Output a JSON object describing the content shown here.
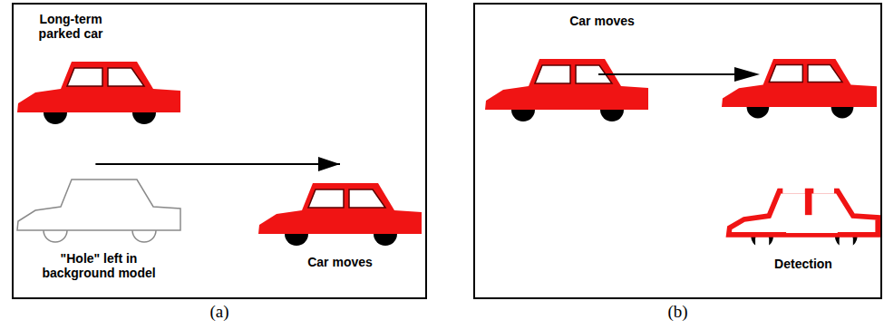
{
  "diagram": {
    "nodes": [
      {
        "text": [
          "(a)"
        ]
      },
      {
        "text": [
          "Long-term parked car"
        ],
        "in": 0
      },
      {
        "text": [
          "\"Hole\" left in background model"
        ],
        "in": 0
      },
      {
        "text": [
          "Car moves"
        ],
        "in": 0
      },
      {
        "text": [
          "(b)"
        ]
      },
      {
        "text": [
          "Detection"
        ],
        "in": 4
      }
    ],
    "edges": [
      {
        "from": 2,
        "to": 3,
        "arrow": "to"
      }
    ],
    "labels": [
      "Car moves"
    ]
  }
}
